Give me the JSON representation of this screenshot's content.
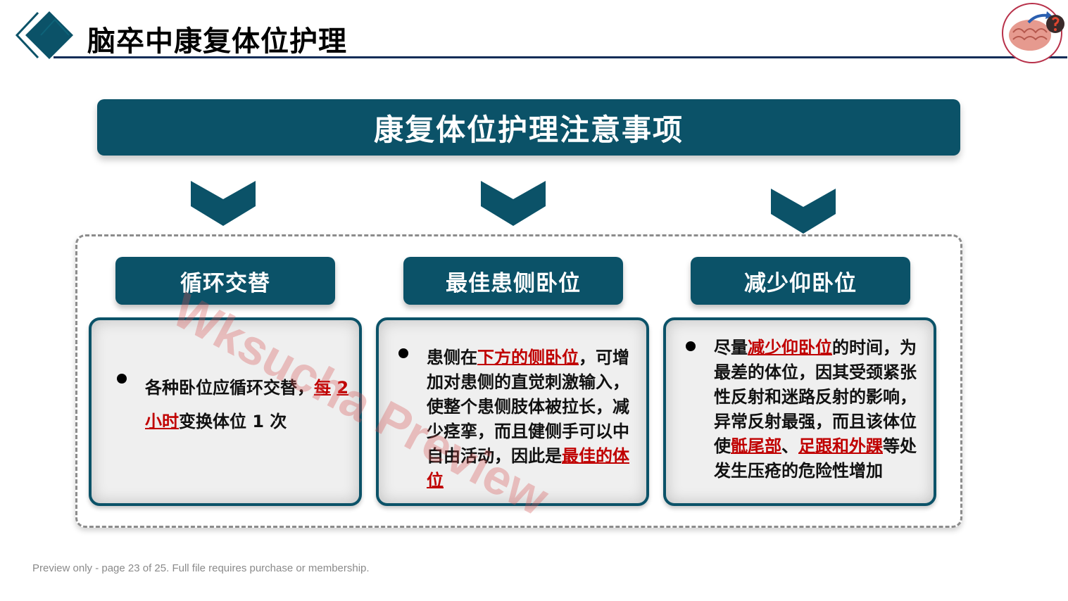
{
  "header": {
    "title": "脑卒中康复体位护理"
  },
  "banner": {
    "title": "康复体位护理注意事项"
  },
  "columns": [
    {
      "title": "循环交替",
      "segments": [
        {
          "text": "各种卧位应循环交替，",
          "hl": false
        },
        {
          "text": "每",
          "hl": true
        },
        {
          "text": " ",
          "hl": false
        },
        {
          "text": "2",
          "hl": true
        },
        {
          "text": " ",
          "hl": false
        },
        {
          "text": "小时",
          "hl": true
        },
        {
          "text": "变换体位 1 次",
          "hl": false
        }
      ]
    },
    {
      "title": "最佳患侧卧位",
      "segments": [
        {
          "text": "患侧在",
          "hl": false
        },
        {
          "text": "下方的侧卧位",
          "hl": true
        },
        {
          "text": "，可增加对患侧的直觉刺激输入，使整个患侧肢体被拉长，减少痉挛，而且健侧手可以中自由活动，因此是",
          "hl": false
        },
        {
          "text": "最佳的体位",
          "hl": true
        }
      ]
    },
    {
      "title": "减少仰卧位",
      "segments": [
        {
          "text": "尽量",
          "hl": false
        },
        {
          "text": "减少仰卧位",
          "hl": true
        },
        {
          "text": "的时间，为最差的体位，因其受颈紧张性反射和迷路反射的影响，异常反射最强，而且该体位使",
          "hl": false
        },
        {
          "text": "骶尾部",
          "hl": true
        },
        {
          "text": "、",
          "hl": false
        },
        {
          "text": "足跟和外踝",
          "hl": true
        },
        {
          "text": "等处发生压疮的危险性增加",
          "hl": false
        }
      ]
    }
  ],
  "watermark": "Wksucha Preview",
  "footer": "Preview only - page 23 of 25. Full file requires purchase or membership.",
  "colors": {
    "primary": "#0b5268",
    "highlight": "#c00000",
    "rule": "#0f2c57"
  },
  "icons": [
    "diamond-logo-icon",
    "brain-logo-icon",
    "chevron-down-icon",
    "bullet-icon"
  ]
}
